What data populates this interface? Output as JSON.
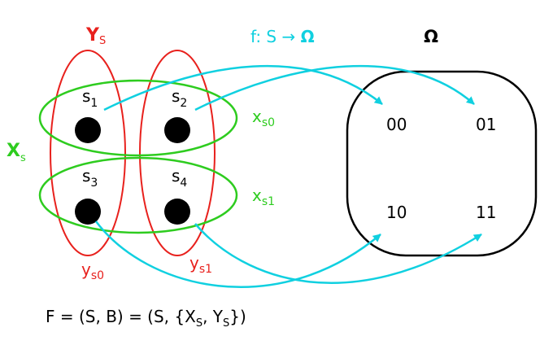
{
  "colors": {
    "red": "#e8211d",
    "green": "#2ecc1f",
    "cyan": "#10d0e0",
    "black": "#000000"
  },
  "labels": {
    "Y_big": {
      "main": "Y",
      "sub": "S"
    },
    "X_big": {
      "main": "X",
      "sub": "s"
    },
    "y_s0": {
      "main": "y",
      "sub": "s0"
    },
    "y_s1": {
      "main": "y",
      "sub": "s1"
    },
    "x_s0": {
      "main": "x",
      "sub": "s0"
    },
    "x_s1": {
      "main": "x",
      "sub": "s1"
    },
    "function": {
      "prefix": "f: S → ",
      "omega": "Ω"
    },
    "omega_title": "Ω"
  },
  "elements": [
    {
      "main": "s",
      "sub": "1"
    },
    {
      "main": "s",
      "sub": "2"
    },
    {
      "main": "s",
      "sub": "3"
    },
    {
      "main": "s",
      "sub": "4"
    }
  ],
  "omega_values": [
    "00",
    "01",
    "10",
    "11"
  ],
  "formula": {
    "p1": "F = (S, B) = (S, {X",
    "s1": "S",
    "p2": ", Y",
    "s2": "S",
    "p3": "})"
  }
}
